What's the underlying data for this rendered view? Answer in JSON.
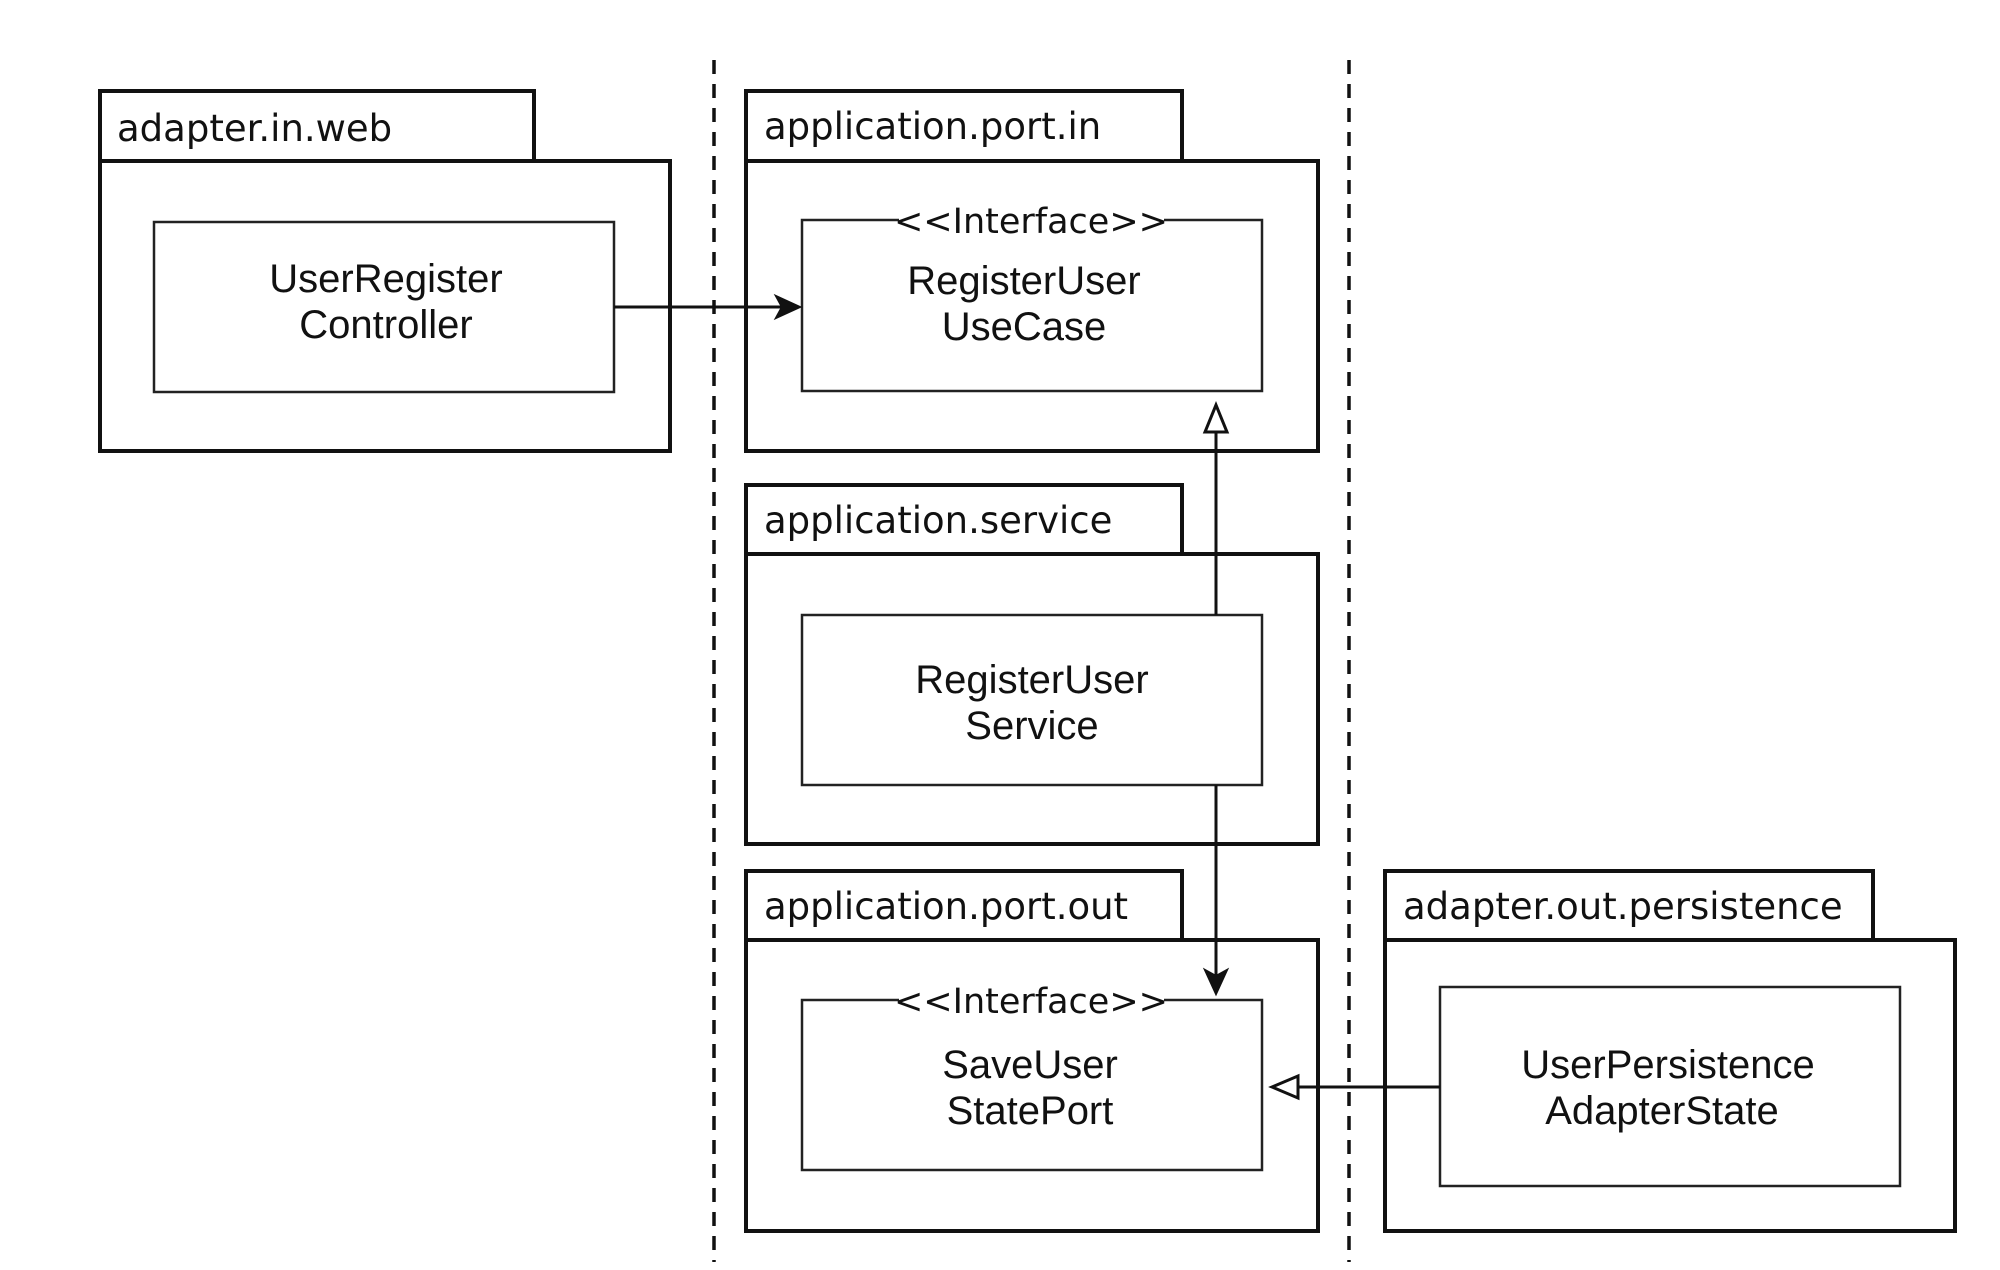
{
  "packages": {
    "adapter_in_web": "adapter.in.web",
    "port_in": "application.port.in",
    "service": "application.service",
    "port_out": "application.port.out",
    "adapter_out": "adapter.out.persistence"
  },
  "classes": {
    "controller": [
      "UserRegister",
      "Controller"
    ],
    "use_case": {
      "stereotype": "<<Interface>>",
      "name": [
        "RegisterUser",
        "UseCase"
      ]
    },
    "service": [
      "RegisterUser",
      "Service"
    ],
    "save_port": {
      "stereotype": "<<Interface>>",
      "name": [
        "SaveUser",
        "StatePort"
      ]
    },
    "persistence": [
      "UserPersistence",
      "AdapterState"
    ]
  },
  "relations": [
    {
      "from": "UserRegister Controller",
      "to": "RegisterUser UseCase",
      "kind": "uses"
    },
    {
      "from": "RegisterUser Service",
      "to": "RegisterUser UseCase",
      "kind": "implements"
    },
    {
      "from": "RegisterUser Service",
      "to": "SaveUser StatePort",
      "kind": "uses"
    },
    {
      "from": "UserPersistence AdapterState",
      "to": "SaveUser StatePort",
      "kind": "implements"
    }
  ]
}
